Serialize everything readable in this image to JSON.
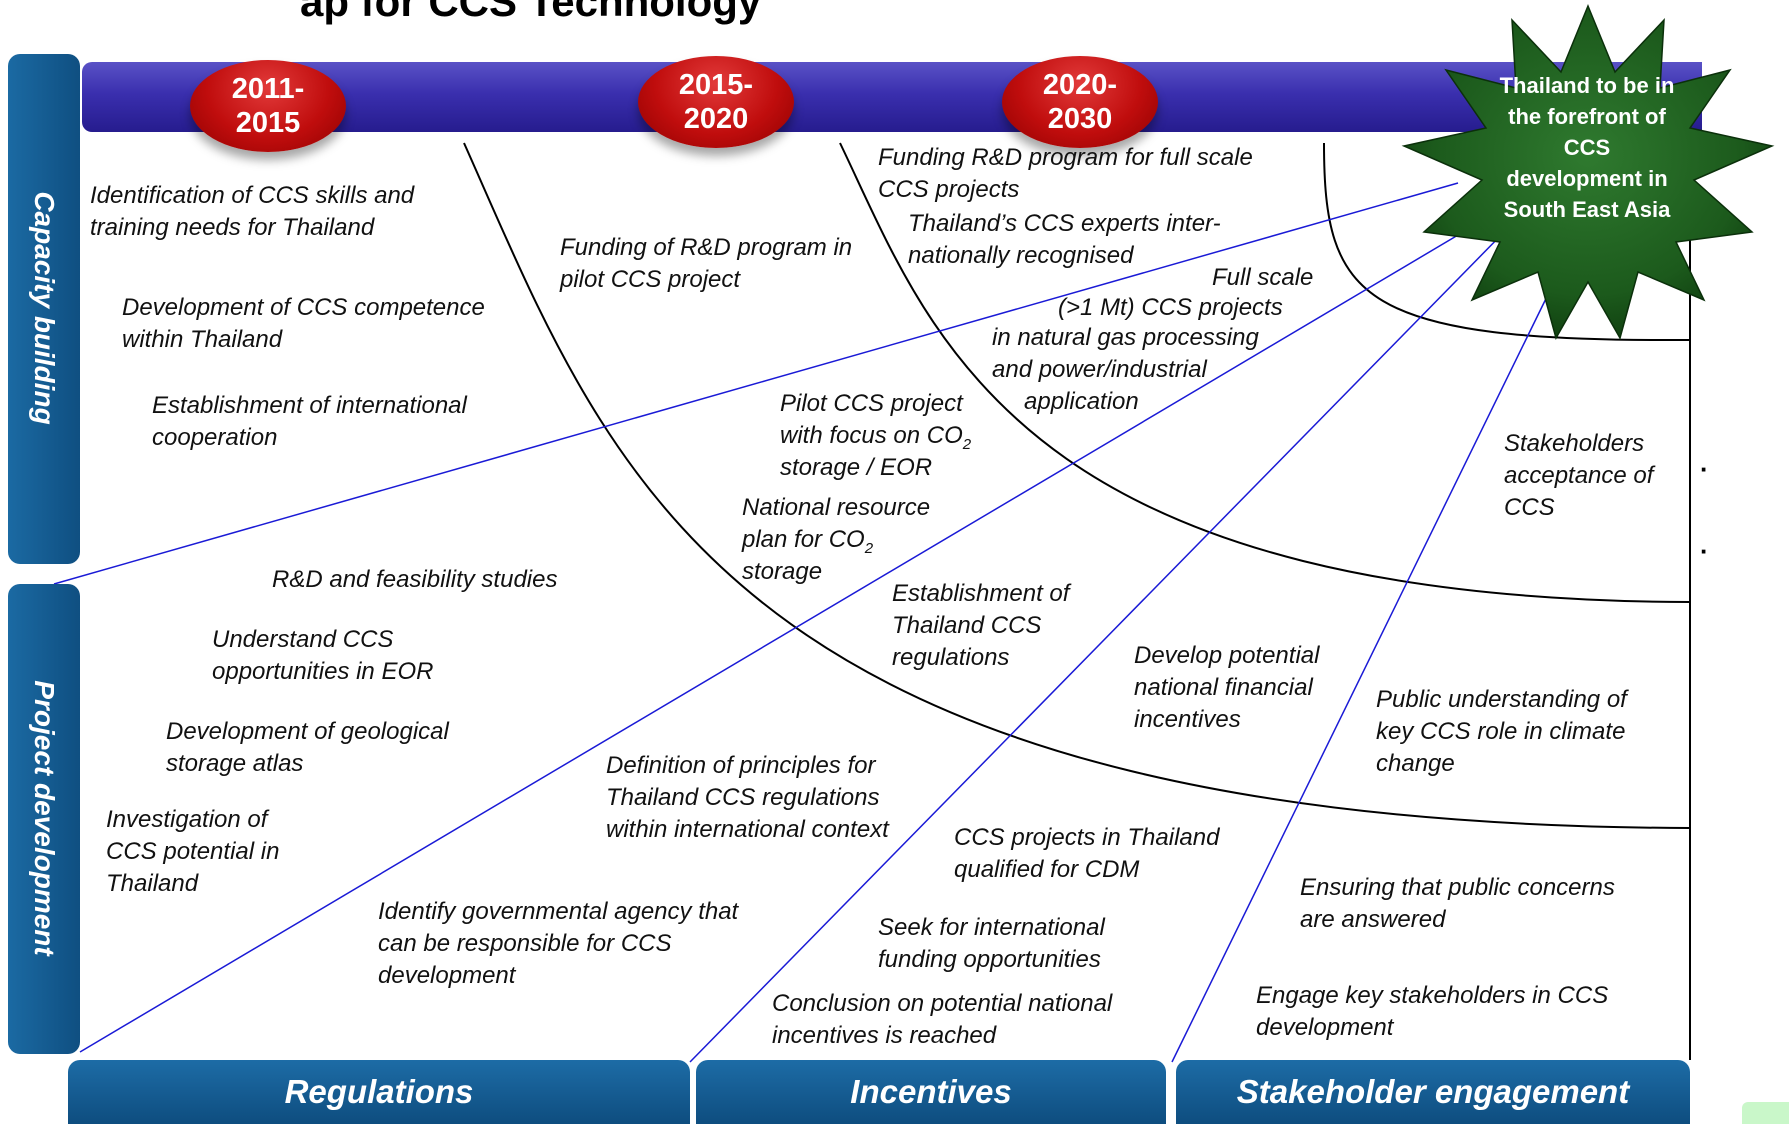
{
  "header_partial": "ap for CCS Technology",
  "periods": [
    "2011-\n2015",
    "2015-\n2020",
    "2020-\n2030"
  ],
  "goal": "Thailand to be in\nthe forefront of\nCCS\ndevelopment in\nSouth East Asia",
  "side_tabs": [
    "Capacity building",
    "Project development"
  ],
  "bottom_tabs": [
    "Regulations",
    "Incentives",
    "Stakeholder engagement"
  ],
  "capacity_building": {
    "identification": "Identification of CCS skills and\ntraining needs for Thailand",
    "competence": "Development of CCS competence\nwithin Thailand",
    "cooperation": "Establishment of international\ncooperation",
    "funding_pilot": "Funding of R&D program in\npilot CCS project",
    "funding_full": "Funding R&D program for full scale\nCCS projects",
    "experts": "Thailand’s CCS experts inter-\nnationally recognised"
  },
  "project_development": {
    "full_scale_1": "Full scale",
    "full_scale_2": "(>1 Mt) CCS projects",
    "full_scale_3": "in natural gas processing",
    "full_scale_4": "and power/industrial",
    "full_scale_5": "application",
    "pilot_1": "Pilot CCS project",
    "pilot_2": "with focus on CO",
    "pilot_2_sub": "2",
    "pilot_3": "storage / EOR",
    "resource_1": "National resource",
    "resource_2": "plan for CO",
    "resource_2_sub": "2",
    "resource_3": "storage",
    "rnd": "R&D and feasibility studies",
    "eor": "Understand CCS\nopportunities in  EOR",
    "atlas": "Development of geological\nstorage atlas",
    "investigation": "Investigation of\nCCS potential in\nThailand"
  },
  "regulations": {
    "establishment": "Establishment of\nThailand CCS\nregulations",
    "definition": "Definition of principles for\nThailand CCS regulations\nwithin international context",
    "agency": "Identify governmental agency that\ncan be responsible for CCS\ndevelopment"
  },
  "incentives": {
    "develop": "Develop potential\nnational  financial\nincentives",
    "cdm": "CCS projects in Thailand\nqualified for CDM",
    "funding": "Seek for international\nfunding opportunities",
    "conclusion": "Conclusion on potential national\nincentives is reached"
  },
  "stakeholder": {
    "acceptance": "Stakeholders\nacceptance of\nCCS",
    "understanding": "Public understanding of\nkey CCS role in climate\nchange",
    "concerns": "Ensuring that public concerns\nare answered",
    "engage": "Engage key stakeholders in CCS\ndevelopment"
  },
  "colors": {
    "bar": "#3a2fae",
    "period": "#c00d0d",
    "tab": "#125a91",
    "goal": "#1c5a1c",
    "divider": "#1a1ad6"
  }
}
